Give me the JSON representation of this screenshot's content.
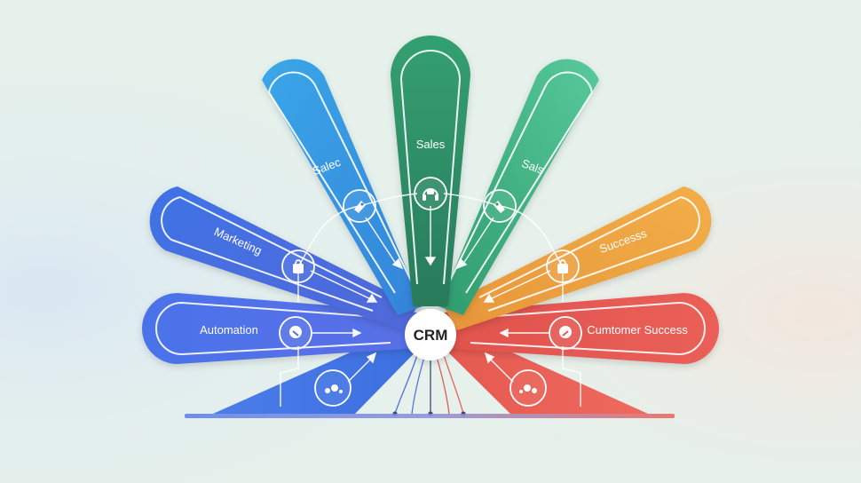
{
  "hub": {
    "label": "CRM"
  },
  "petals": [
    {
      "id": "automation",
      "label": "Automation",
      "color": "#4f6fe6",
      "icon": "user-chat-icon",
      "side": "left"
    },
    {
      "id": "marketing",
      "label": "Marketing",
      "color": "#3f78e0",
      "icon": "shopping-bag-icon",
      "side": "left"
    },
    {
      "id": "sales-left",
      "label": "Salec",
      "color": "#3a9fe4",
      "icon": "tag-icon",
      "side": "left"
    },
    {
      "id": "sales-top",
      "label": "Sales",
      "color": "#2e9466",
      "icon": "headset-icon",
      "side": "center"
    },
    {
      "id": "sales-right",
      "label": "Sals",
      "color": "#3fbc8a",
      "icon": "tag-icon",
      "side": "right"
    },
    {
      "id": "success",
      "label": "Successs",
      "color": "#f0a53e",
      "icon": "shopping-bag-icon",
      "side": "right"
    },
    {
      "id": "customer-success",
      "label": "Cumtomer Success",
      "color": "#e55a55",
      "icon": "user-chat-icon",
      "side": "right"
    }
  ],
  "base_fans": [
    {
      "id": "bottom-left",
      "color": "#3f78e0",
      "icon": "people-icon"
    },
    {
      "id": "bottom-right",
      "color": "#e8635c",
      "icon": "people-icon"
    }
  ]
}
